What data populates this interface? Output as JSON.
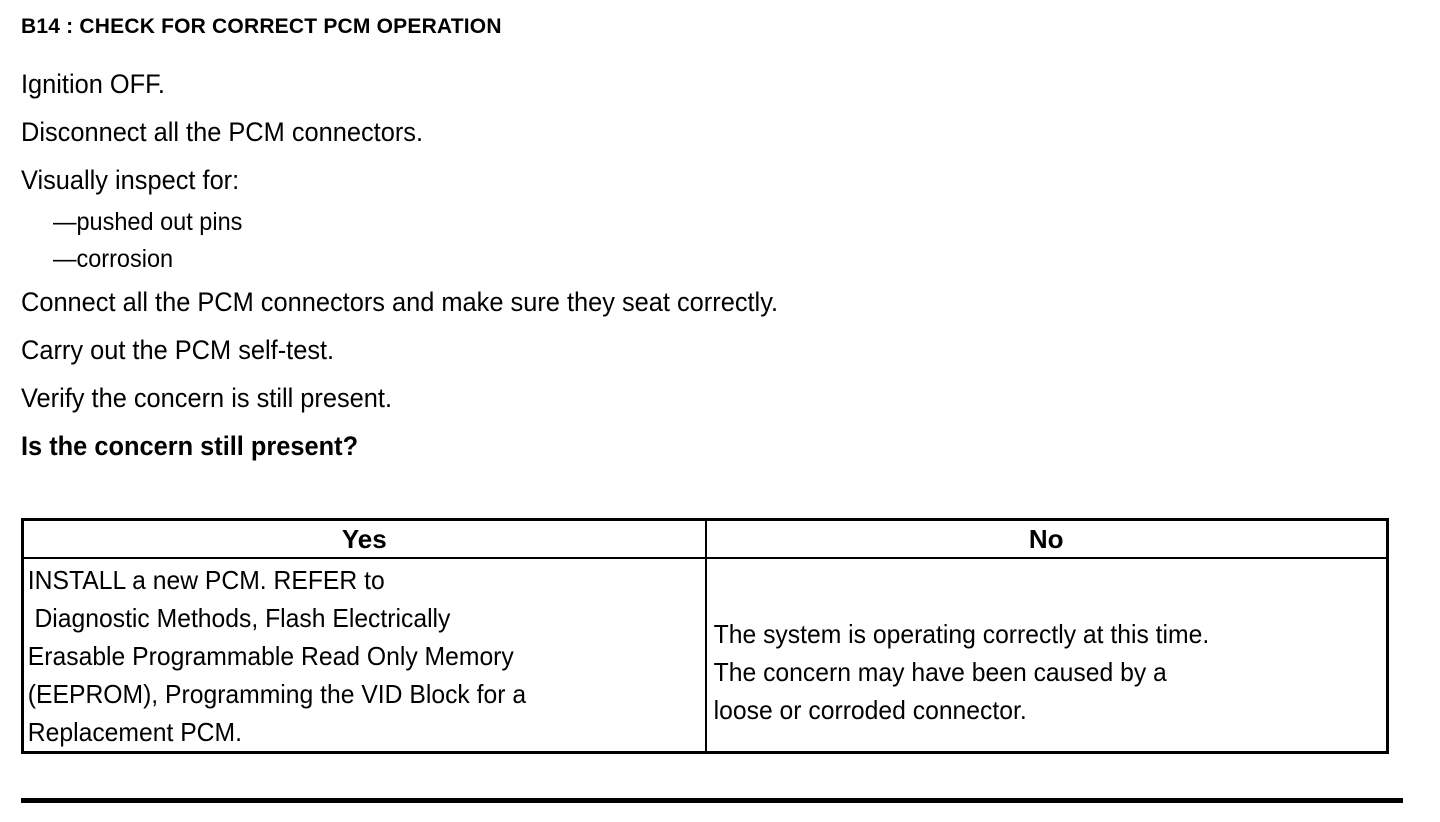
{
  "document": {
    "step_title": "B14 : CHECK FOR CORRECT PCM OPERATION",
    "procedure": [
      {
        "text": "Ignition OFF.",
        "bold": false
      },
      {
        "text": "Disconnect all the PCM connectors.",
        "bold": false
      },
      {
        "text": "Visually inspect for:",
        "bold": false
      }
    ],
    "inspect_items": [
      "—pushed out pins",
      "—corrosion"
    ],
    "procedure_cont": [
      {
        "text": "Connect all the PCM connectors and make sure they seat correctly.",
        "bold": false
      },
      {
        "text": "Carry out the PCM self-test.",
        "bold": false
      },
      {
        "text": "Verify the concern is still present.",
        "bold": false
      },
      {
        "text": "Is the concern still present?",
        "bold": true
      }
    ],
    "decision_table": {
      "headers": {
        "yes": "Yes",
        "no": "No"
      },
      "yes_lines": [
        "INSTALL a new PCM. REFER to",
        "Diagnostic Methods, Flash Electrically",
        "Erasable Programmable Read Only Memory",
        "(EEPROM), Programming the VID Block for a",
        "Replacement PCM."
      ],
      "no_lines": [
        "The system is operating correctly at this time.",
        "The concern may have been caused by a",
        "loose or corroded connector."
      ]
    }
  }
}
